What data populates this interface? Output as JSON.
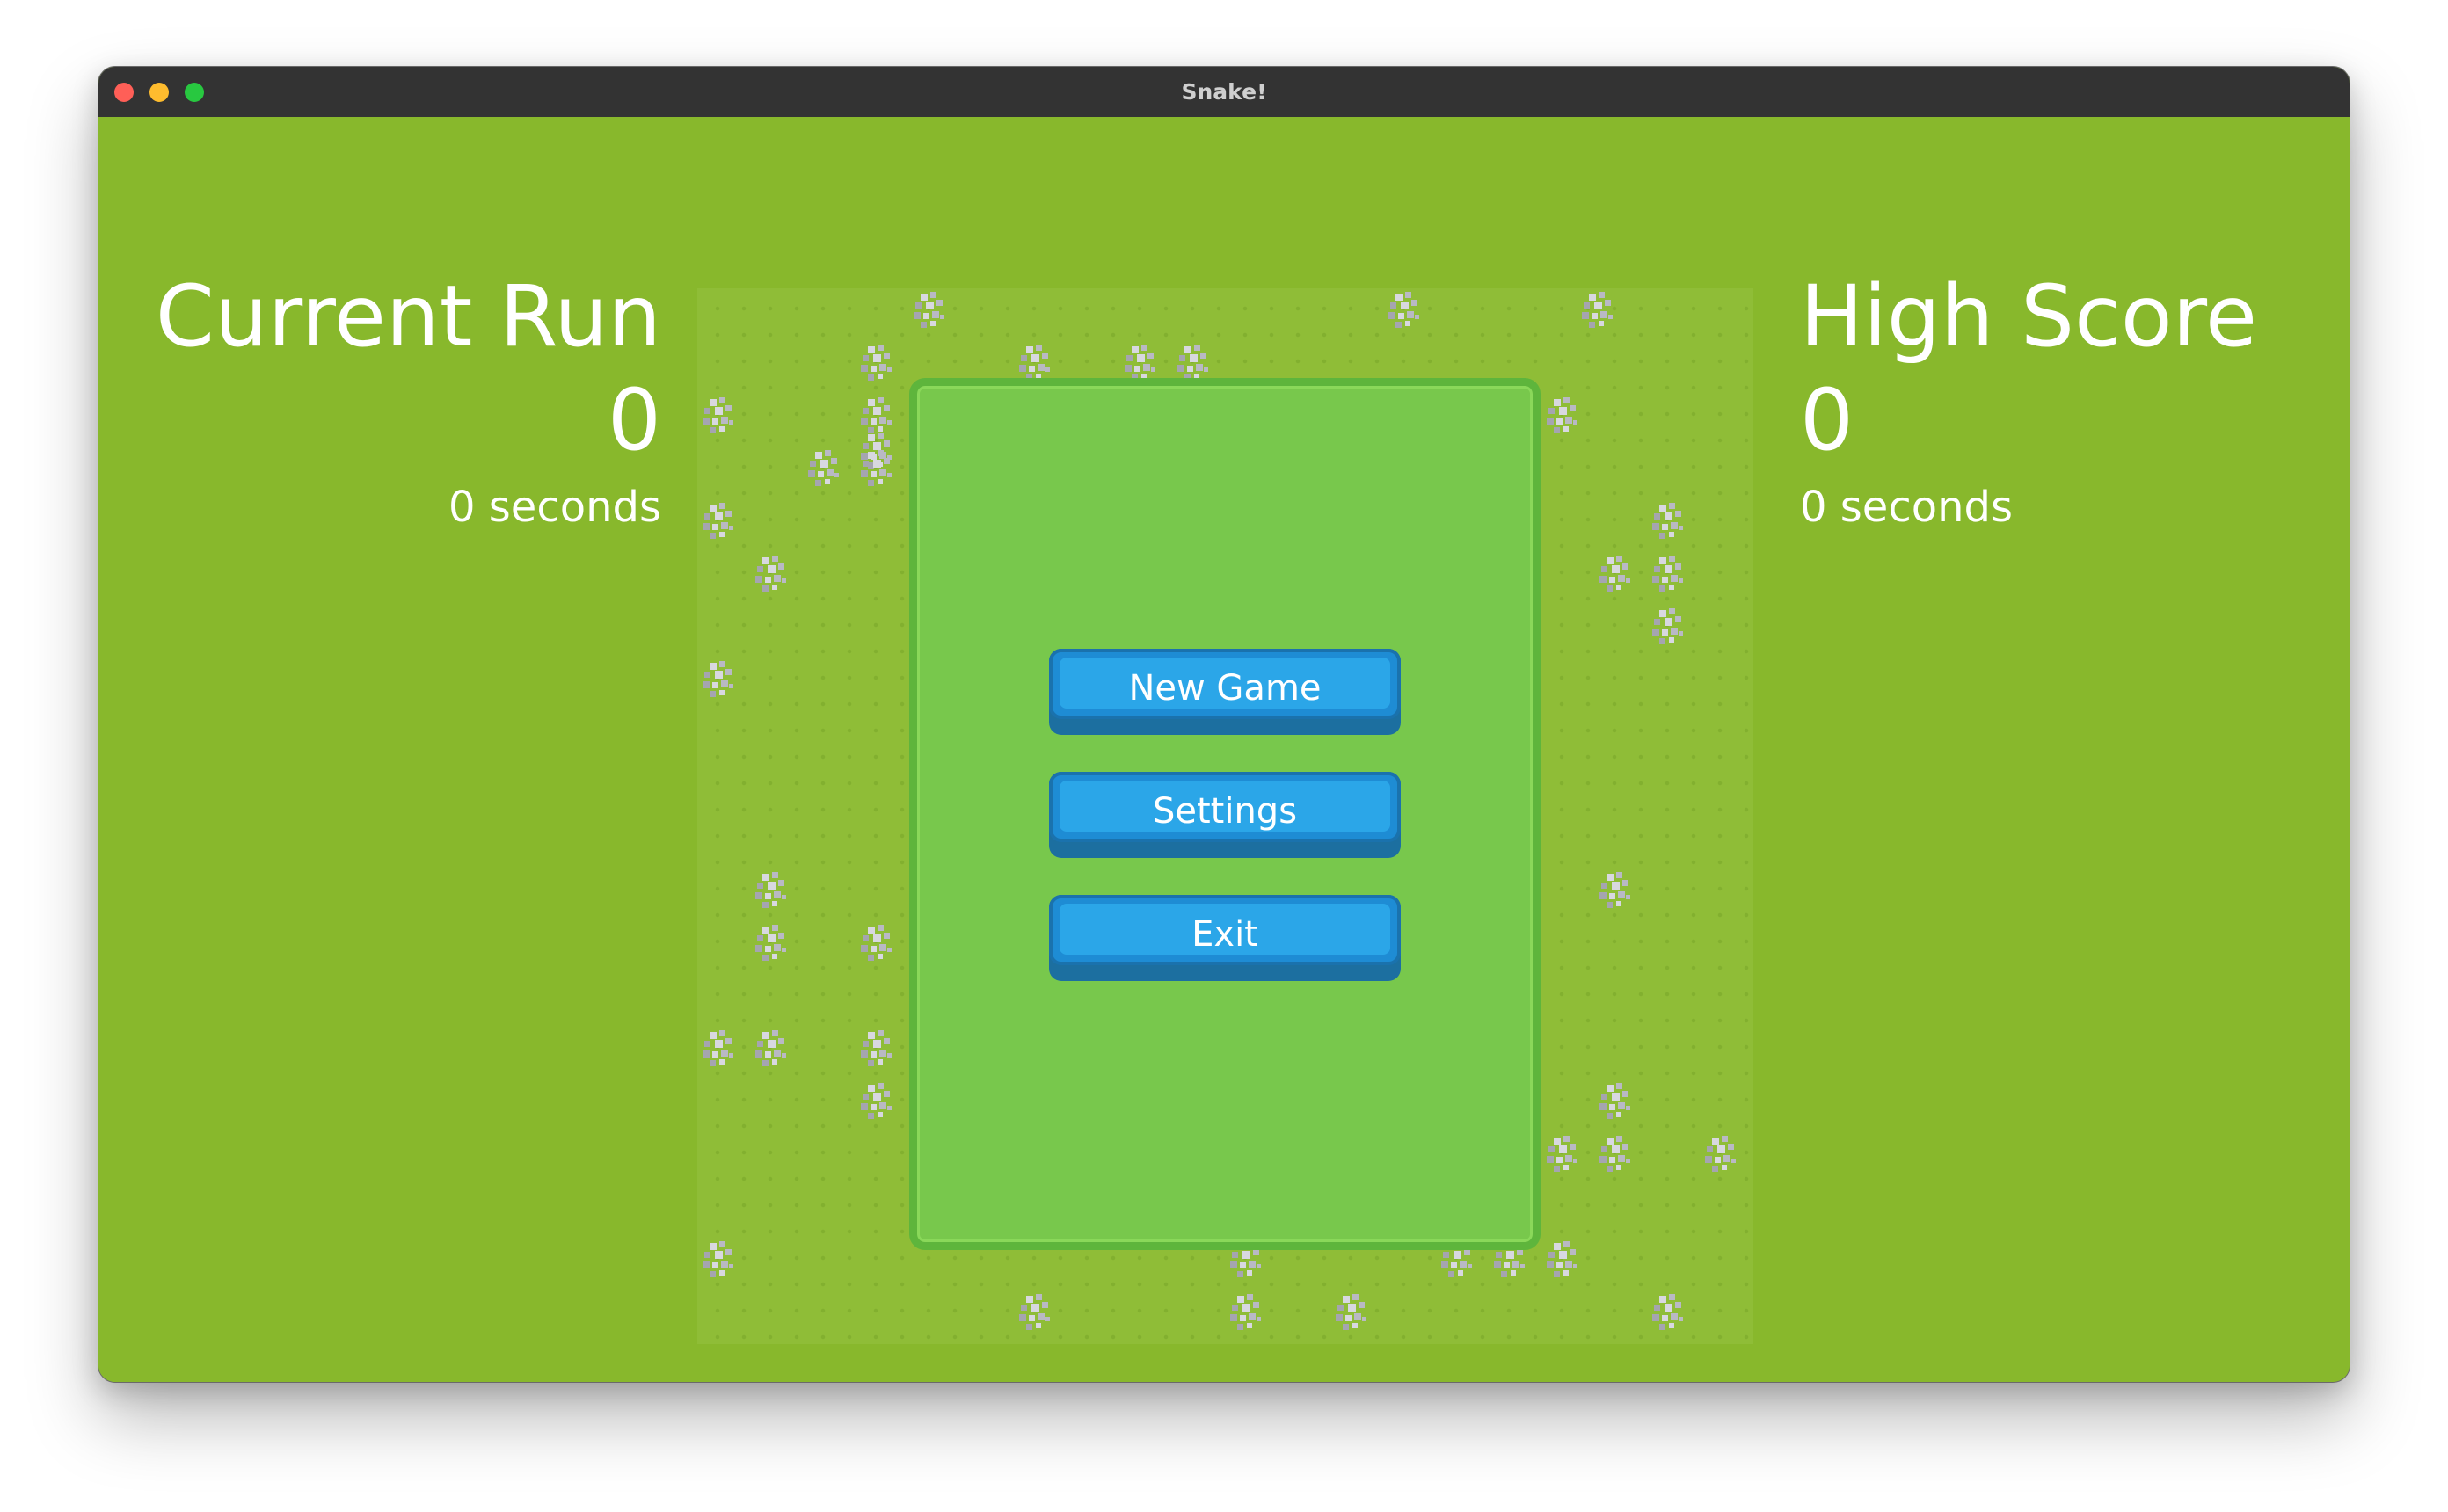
{
  "window": {
    "title": "Snake!"
  },
  "current_run": {
    "label": "Current Run",
    "score": "0",
    "time": "0 seconds"
  },
  "high_score": {
    "label": "High Score",
    "score": "0",
    "time": "0 seconds"
  },
  "menu": {
    "new_game_label": "New Game",
    "settings_label": "Settings",
    "exit_label": "Exit"
  },
  "colors": {
    "background": "#88b82c",
    "board": "#8fbd37",
    "panel": "#78c84c",
    "button": "#2ba6e8",
    "titlebar": "#333333"
  }
}
